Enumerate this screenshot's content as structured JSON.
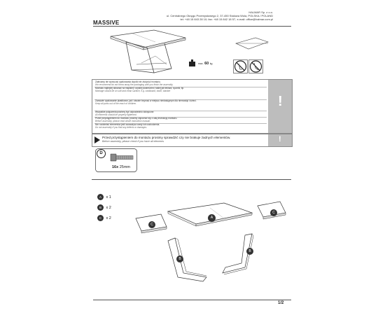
{
  "header": {
    "company_name": "HALMAR Sp. z o.o.",
    "company_address": "ul. Centralnego Okręgu Przemysłowego 2, 37-450 Stalowa Wola, POLSKA / POLAND",
    "company_contact": "tel: +48 15 843 28 10; fax: +48 15 842 18 57, e-mail: office@halmar.com.pl",
    "product_title": "MASSIVE"
  },
  "specs": {
    "max_label": "max.",
    "max_weight": "60",
    "max_unit": "kg"
  },
  "warnings": [
    {
      "pl": "Zalecamy nie wyrzucać opakowania dopóki nie złożyciu/ montażu.",
      "en": "We recommend do not throw away the packaging until you finish the assembly."
    },
    {
      "pl": "Montażu najlepiej dokonać na miękkiej i czystej powierzchni, takiej jak tektura, ręcznik, itp.",
      "en": "Montage should be on soft and clean surface, e.g. cardboard, towel, blanket"
    },
    {
      "pl": "Zamowie opakowanie plastikowe, jak i obuwie trzymać w miejscu niedostępnym dla niemowląt i dzieci.",
      "en": "Keep all parts out of the reach of children."
    },
    {
      "pl": "Wszystkie połączenia powinny być odpowiednio dokręcone.",
      "en": "All elements should be properly tightened."
    },
    {
      "pl": "Przed przystąpieniem do montażu prosimy zapoznać się z całą instrukcją montażu.",
      "en": "Before assembly, please read whole instruction manual."
    },
    {
      "pl": "Nie rozdzielać elementów jeśli zauważysz wady lub uszkodzenia.",
      "en": "Do not assembly if you find any defects or damages."
    }
  ],
  "check_notice": {
    "pl": "Przed przystąpieniem do montażu prosimy sprawdzić czy nie brakuje żadnych elementów.",
    "en": "Before assembly, please check if you have all elements"
  },
  "hardware": {
    "letter": "D",
    "qty": "16x",
    "size": "25mm"
  },
  "parts": [
    {
      "letter": "A",
      "qty": "x 1"
    },
    {
      "letter": "B",
      "qty": "x 2"
    },
    {
      "letter": "C",
      "qty": "x 2"
    }
  ],
  "diagram_labels": {
    "a": "A",
    "b1": "B",
    "b2": "B",
    "c1": "C",
    "c2": "C"
  },
  "footer": {
    "page": "1/2"
  },
  "colors": {
    "side_panel": "#bdbdbd",
    "text": "#222222"
  }
}
